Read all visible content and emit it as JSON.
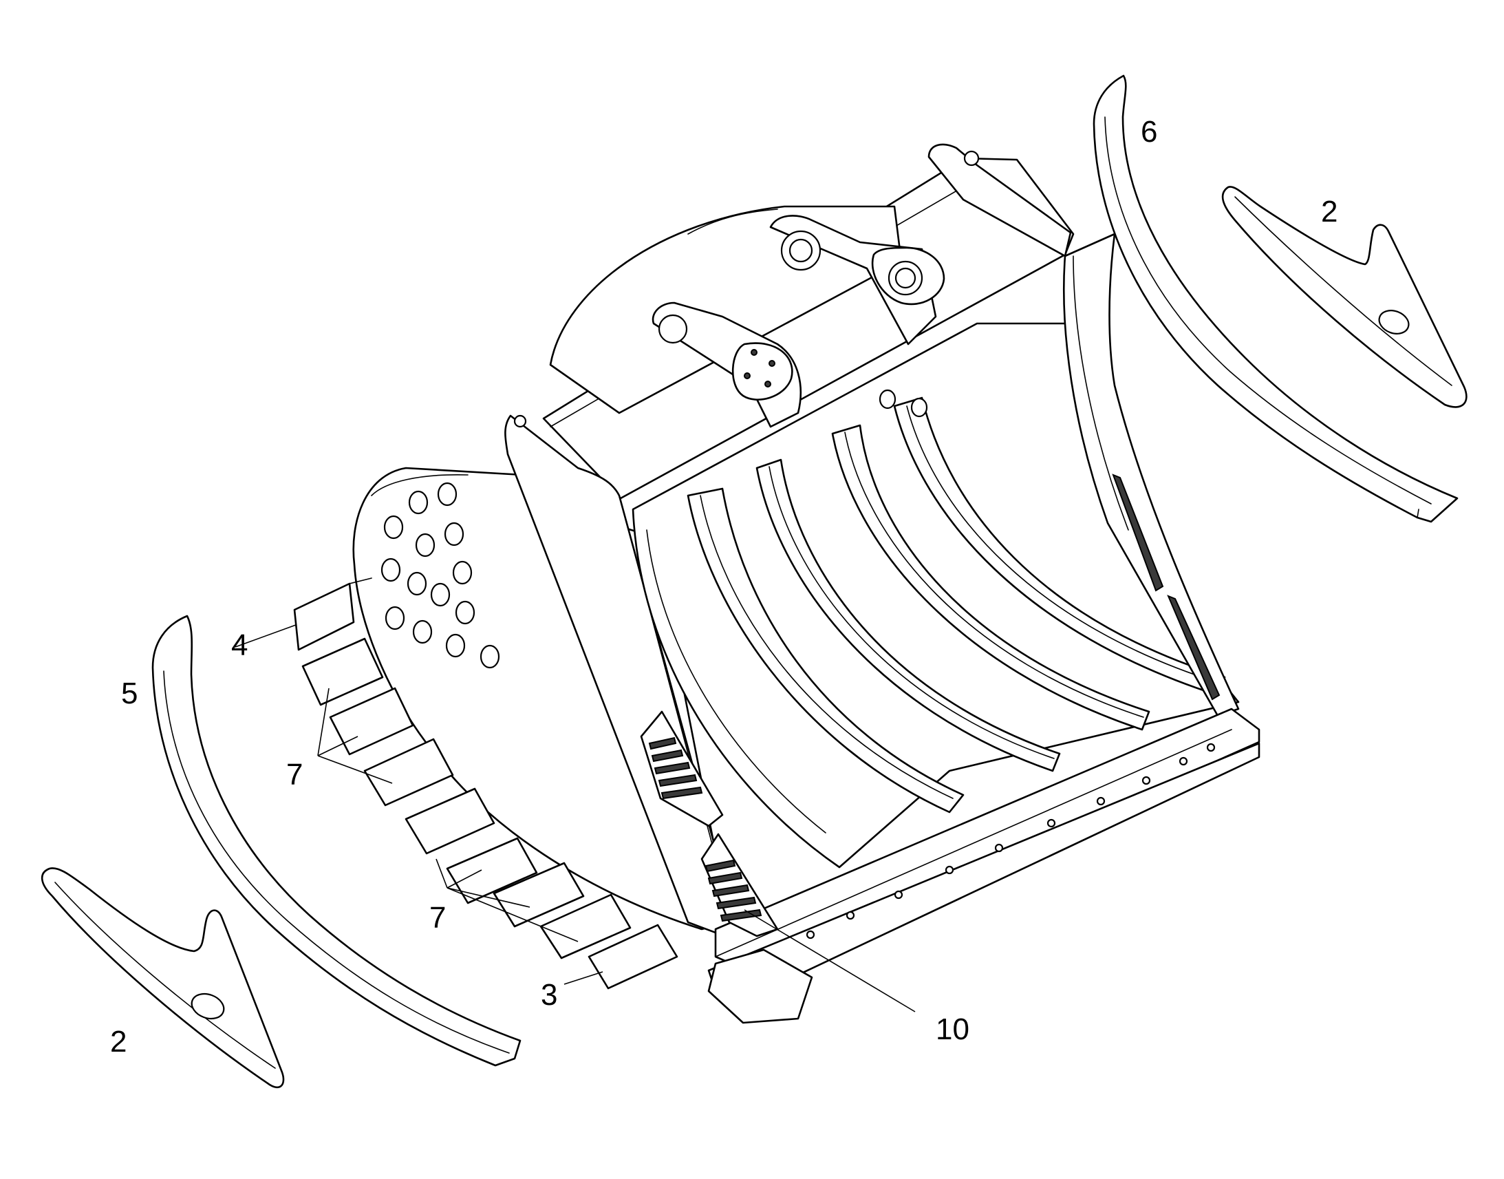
{
  "callouts": {
    "plate_2_right": "2",
    "plate_2_left": "2",
    "strip_3": "3",
    "strip_4": "4",
    "curved_5": "5",
    "curved_6": "6",
    "tooth_7_upper": "7",
    "tooth_7_lower": "7",
    "wear_10": "10"
  },
  "colors": {
    "line": "#000000",
    "background": "#ffffff"
  }
}
